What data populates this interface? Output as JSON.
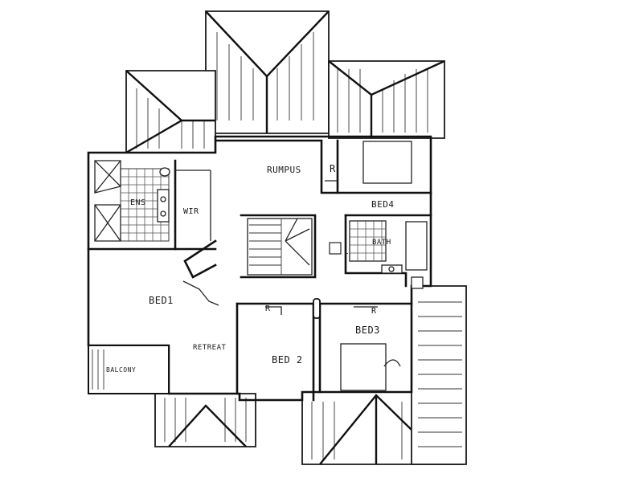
{
  "plan": {
    "rooms": {
      "rumpus": "RUMPUS",
      "bed1": "BED1",
      "bed2": "BED 2",
      "bed3": "BED3",
      "bed4": "BED4",
      "ens": "ENS",
      "wir": "WIR",
      "bath": "BATH",
      "retreat": "RETREAT",
      "balcony": "BALCONY"
    },
    "marks": {
      "robe_r1": "R",
      "robe_r2": "R",
      "robe_r3": "R",
      "linen": "L"
    }
  }
}
